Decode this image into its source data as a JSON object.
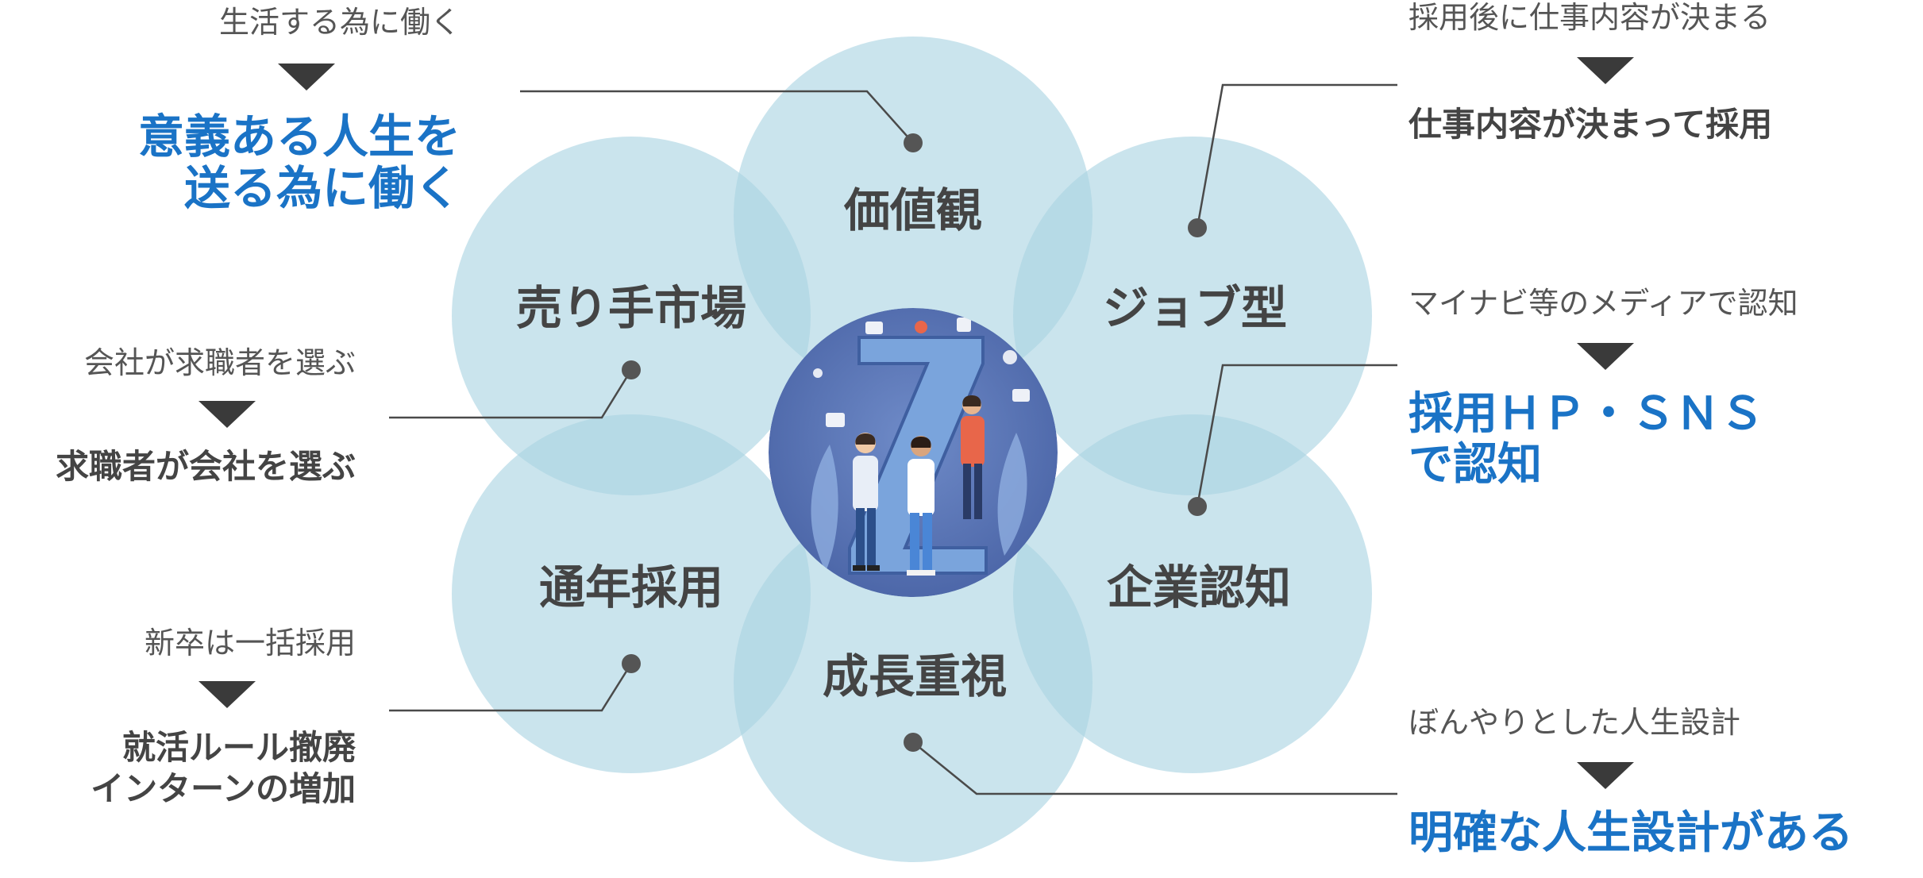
{
  "colors": {
    "petal_fill": "#a9d3e2",
    "leader_line": "#4a4a4a",
    "dot": "#555555",
    "emphasis": "#1a73c6",
    "dark_text": "#444444",
    "center_bg": "#5874b5"
  },
  "center": {
    "icon": "generation-z-illustration",
    "letter": "Z"
  },
  "petals": [
    {
      "id": "top",
      "label": "価値観"
    },
    {
      "id": "upper-right",
      "label": "ジョブ型"
    },
    {
      "id": "lower-right",
      "label": "企業認知"
    },
    {
      "id": "bottom",
      "label": "成長重視"
    },
    {
      "id": "lower-left",
      "label": "通年採用"
    },
    {
      "id": "upper-left",
      "label": "売り手市場"
    }
  ],
  "callouts": {
    "purpose": {
      "before": "生活する為に働く",
      "after": "意義ある人生を\n送る為に働く"
    },
    "market": {
      "before": "会社が求職者を選ぶ",
      "after": "求職者が会社を選ぶ"
    },
    "recruiting": {
      "before": "新卒は一括採用",
      "after": "就活ルール撤廃\nインターンの増加"
    },
    "job": {
      "before": "採用後に仕事内容が決まる",
      "after": "仕事内容が決まって採用"
    },
    "awareness": {
      "before": "マイナビ等のメディアで認知",
      "after": "採用ＨＰ・ＳＮＳ\nで認知"
    },
    "career": {
      "before": "ぼんやりとした人生設計",
      "after": "明確な人生設計がある"
    }
  }
}
